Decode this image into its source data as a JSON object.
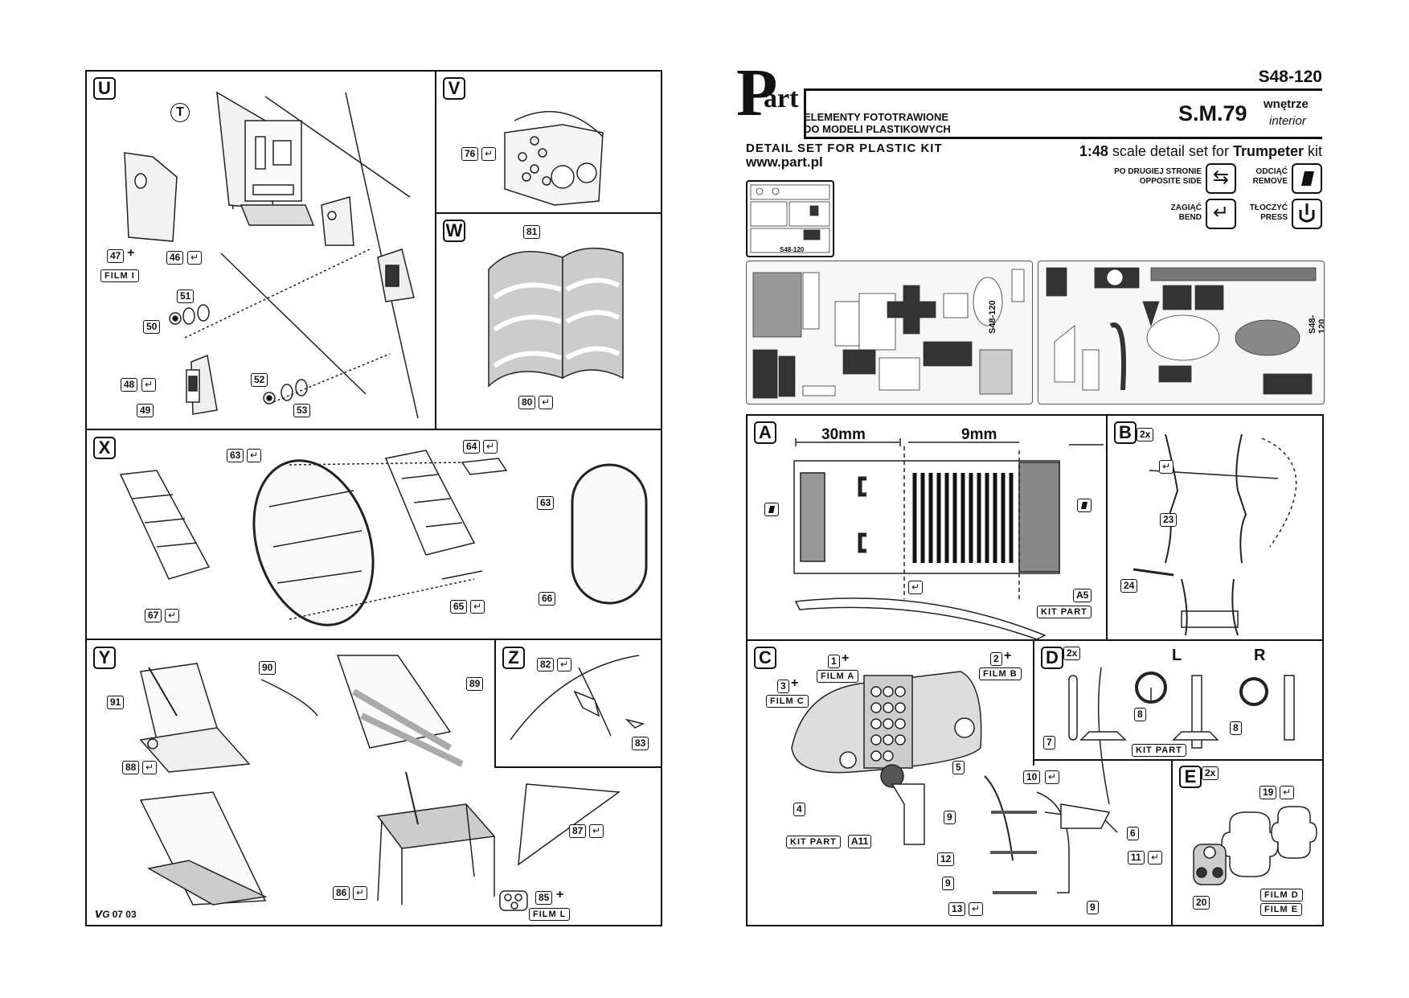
{
  "left": {
    "panels": {
      "U": "U",
      "V": "V",
      "W": "W",
      "X": "X",
      "Y": "Y",
      "Z": "Z"
    },
    "labels": {
      "T": "T",
      "p47": "47",
      "p46": "46",
      "filmI": "FILM I",
      "p51": "51",
      "p50": "50",
      "p48": "48",
      "p49": "49",
      "p52": "52",
      "p53": "53",
      "p76": "76",
      "p81": "81",
      "p80": "80",
      "p63a": "63",
      "p64": "64",
      "p63b": "63",
      "p67": "67",
      "p65": "65",
      "p66": "66",
      "p90": "90",
      "p91": "91",
      "p88": "88",
      "p89": "89",
      "p86": "86",
      "p87": "87",
      "p85": "85",
      "filmL": "FILM L",
      "p82": "82",
      "p83": "83"
    },
    "footer": "07 03"
  },
  "right": {
    "code": "S48-120",
    "brand": "Part",
    "brand_p": "P",
    "brand_rest": "art",
    "pl1": "ELEMENTY FOTOTRAWIONE",
    "pl2": "DO MODELI PLASTIKOWYCH",
    "model": "S.M.79",
    "wnetrze": "wnętrze",
    "interior": "interior",
    "detail_set": "DETAIL SET FOR PLASTIC KIT",
    "website": "www.part.pl",
    "scale_prefix": "1:48",
    "scale_mid": "scale detail set for",
    "scale_brand": "Trumpeter",
    "scale_suffix": "kit",
    "legend": {
      "opposite_pl": "PO DRUGIEJ STRONIE",
      "opposite_en": "OPPOSITE SIDE",
      "remove_pl": "ODCIĄĆ",
      "remove_en": "REMOVE",
      "bend_pl": "ZAGIĄĆ",
      "bend_en": "BEND",
      "press_pl": "TŁOCZYĆ",
      "press_en": "PRESS"
    },
    "sheet_labels": {
      "a": "S48-120",
      "b": "S48-120",
      "thumb": "S48-120"
    },
    "panels": {
      "A": "A",
      "B": "B",
      "C": "C",
      "D": "D",
      "E": "E"
    },
    "A": {
      "dim1": "30mm",
      "dim2": "9mm",
      "a5": "A5",
      "kit_part": "KIT PART"
    },
    "B": {
      "mult": "2x",
      "p23": "23",
      "p24": "24"
    },
    "C": {
      "p1": "1",
      "filmA": "FILM A",
      "p2": "2",
      "filmB": "FILM B",
      "p3": "3",
      "filmC": "FILM C",
      "p4": "4",
      "p5": "5",
      "kit_part": "KIT PART",
      "a11": "A11",
      "p10": "10",
      "p9a": "9",
      "p6": "6",
      "p12": "12",
      "p11": "11",
      "p9b": "9",
      "p13": "13",
      "p9c": "9"
    },
    "D": {
      "mult": "2x",
      "L": "L",
      "R": "R",
      "p7": "7",
      "p8a": "8",
      "p8b": "8",
      "kit_part": "KIT PART"
    },
    "E": {
      "mult": "2x",
      "p19": "19",
      "p20": "20",
      "filmD": "FILM D",
      "filmE": "FILM E"
    }
  }
}
